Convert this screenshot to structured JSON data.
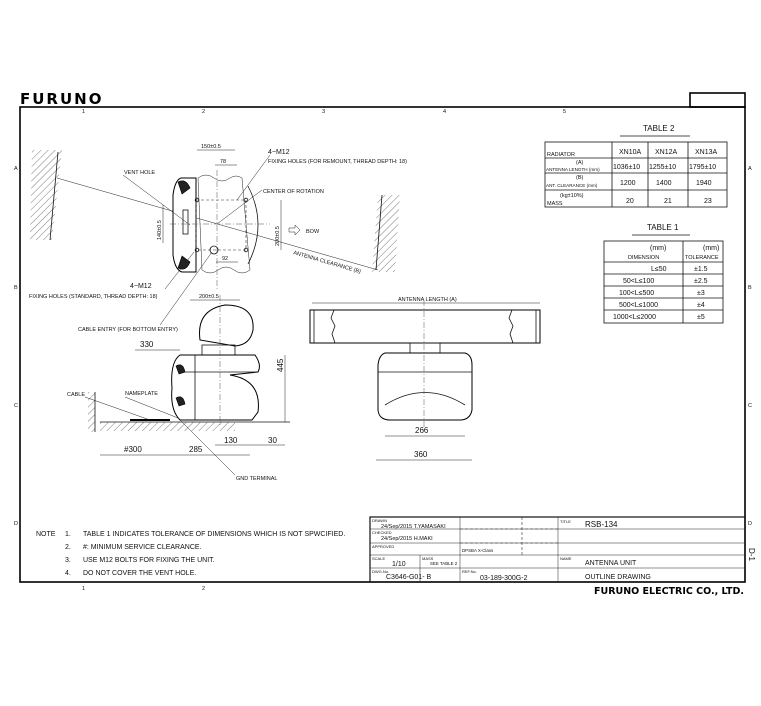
{
  "logo": "FURUNO",
  "frame": {
    "columns_top": [
      "1",
      "2",
      "3",
      "4",
      "5"
    ],
    "columns_bottom": [
      "1",
      "2"
    ],
    "rows": [
      "A",
      "B",
      "C",
      "D"
    ],
    "sheet_mark": "D-1"
  },
  "top_view": {
    "dim_150": "150±0.5",
    "dim_78": "78",
    "dim_140": "140±0.5",
    "dim_200v": "200±0.5",
    "dim_92": "92",
    "dim_200h": "200±0.5",
    "vent_hole": "VENT HOLE",
    "remount_m12": "4−M12",
    "remount_holes": "FIXING HOLES (FOR REMOUNT, THREAD DEPTH: 18)",
    "center_of_rotation": "CENTER OF ROTATION",
    "bow": "BOW",
    "antenna_clearance": "ANTENNA CLEARANCE (B)",
    "standard_m12": "4−M12",
    "standard_holes": "FIXING HOLES (STANDARD, THREAD DEPTH: 18)",
    "cable_entry": "CABLE ENTRY (FOR BOTTOM ENTRY)"
  },
  "side_view": {
    "dim_330": "330",
    "dim_445": "445",
    "cable": "CABLE",
    "nameplate": "NAMEPLATE",
    "dim_300": "#300",
    "dim_285": "285",
    "dim_130": "130",
    "dim_30": "30",
    "gnd_terminal": "GND TERMINAL"
  },
  "front_view": {
    "antenna_length": "ANTENNA LENGTH (A)",
    "dim_266": "266",
    "dim_360": "360"
  },
  "table2": {
    "title": "TABLE 2",
    "header": [
      "RADIATOR",
      "XN10A",
      "XN12A",
      "XN13A"
    ],
    "rows": [
      {
        "label_top": "(A)",
        "label": "ANTENNA LENGTH (mm)",
        "values": [
          "1036±10",
          "1255±10",
          "1795±10"
        ]
      },
      {
        "label_top": "(B)",
        "label": "ANT. CLEARANCE (mm)",
        "values": [
          "1200",
          "1400",
          "1940"
        ]
      },
      {
        "label_top": "(kg±10%)",
        "label": "MASS",
        "values": [
          "20",
          "21",
          "23"
        ]
      }
    ]
  },
  "table1": {
    "title": "TABLE 1",
    "header_unit_1": "(mm)",
    "header_1": "DIMENSION",
    "header_unit_2": "(mm)",
    "header_2": "TOLERANCE",
    "rows": [
      [
        "L≤50",
        "±1.5"
      ],
      [
        "50<L≤100",
        "±2.5"
      ],
      [
        "100<L≤500",
        "±3"
      ],
      [
        "500<L≤1000",
        "±4"
      ],
      [
        "1000<L≤2000",
        "±5"
      ]
    ]
  },
  "notes": {
    "label": "NOTE",
    "items": [
      {
        "n": "1.",
        "text": "TABLE 1 INDICATES TOLERANCE OF  DIMENSIONS WHICH IS NOT SPWCIFIED."
      },
      {
        "n": "2.",
        "text": "#: MINIMUM SERVICE CLEARANCE."
      },
      {
        "n": "3.",
        "text": "USE M12 BOLTS FOR FIXING THE UNIT."
      },
      {
        "n": "4.",
        "text": "DO NOT COVER THE VENT HOLE."
      }
    ]
  },
  "title_block": {
    "drawn_label": "DRAWN",
    "drawn": "24/Sep/2015  T.YAMASAKI",
    "checked_label": "CHECKED",
    "checked": "24/Sep/2015  H.MAKI",
    "approved_label": "APPROVED",
    "class": "DPSBA X-Class",
    "scale_label": "SCALE",
    "scale": "1/10",
    "mass_label": "MASS",
    "mass": "SEE TABLE 2",
    "dwg_label": "DWG.No.",
    "dwg": "C3646-G01- B",
    "ref_label": "REF.No.",
    "ref": "03-189-300G-2",
    "title_label": "TITLE",
    "title": "RSB-134",
    "name_label": "NAME",
    "name_1": "ANTENNA UNIT",
    "name_2": "OUTLINE DRAWING",
    "company": "FURUNO ELECTRIC CO., LTD."
  }
}
